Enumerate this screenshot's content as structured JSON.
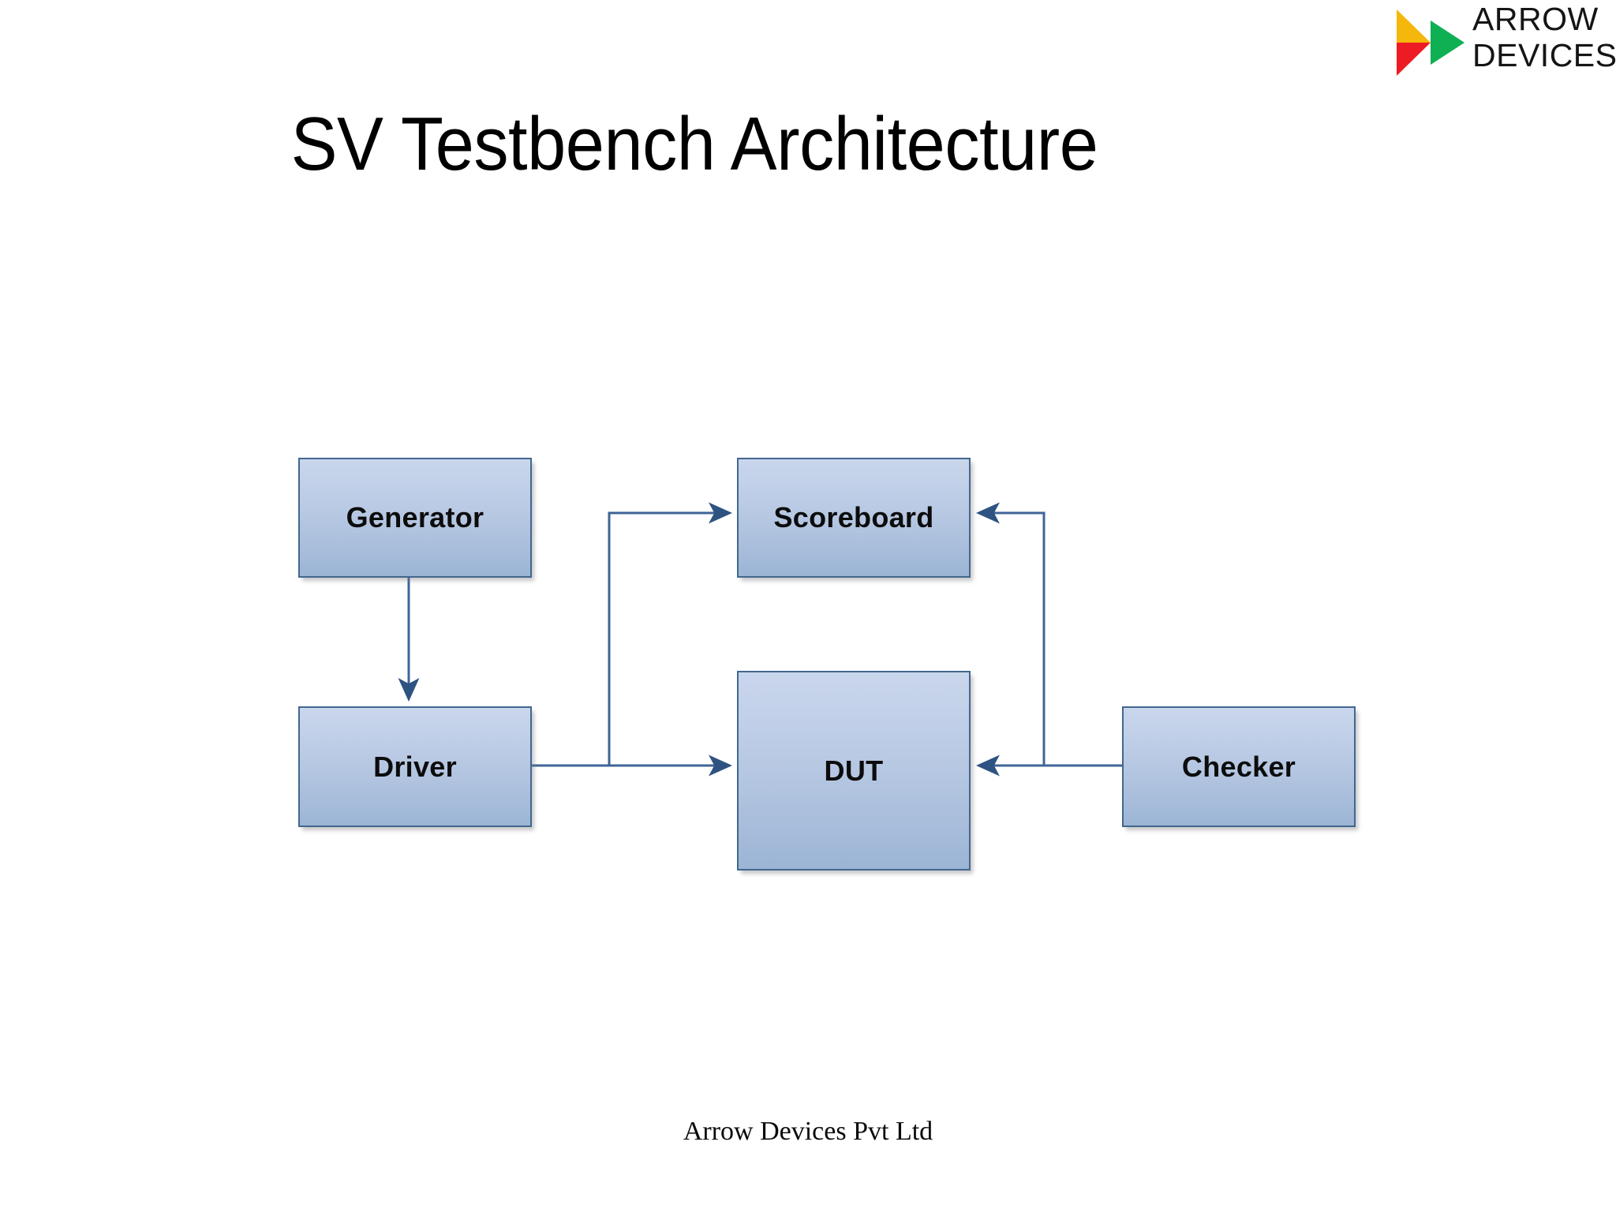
{
  "slide": {
    "title": "SV Testbench Architecture",
    "footer": "Arrow Devices Pvt Ltd",
    "background_color": "#ffffff"
  },
  "logo": {
    "name": "arrow-devices-logo",
    "line1": "ARROW",
    "line2": "DEVICES",
    "text_color": "#151515",
    "triangle_colors": {
      "top_left": "#f5b70b",
      "right": "#0faf53",
      "bottom_left": "#ed1c24"
    }
  },
  "diagram": {
    "type": "block-diagram",
    "node_fill_top": "#c9d6ec",
    "node_fill_bottom": "#9cb5d5",
    "node_border_color": "#42678f",
    "connector_color": "#3f6598",
    "nodes": [
      {
        "id": "generator",
        "label": "Generator"
      },
      {
        "id": "driver",
        "label": "Driver"
      },
      {
        "id": "scoreboard",
        "label": "Scoreboard"
      },
      {
        "id": "dut",
        "label": "DUT"
      },
      {
        "id": "checker",
        "label": "Checker"
      }
    ],
    "connections": [
      {
        "from": "generator",
        "to": "driver",
        "style": "vertical-arrow-down"
      },
      {
        "from": "driver",
        "to": "dut",
        "style": "horizontal-arrow-right"
      },
      {
        "from": "driver",
        "to": "scoreboard",
        "style": "elbow-up-then-right"
      },
      {
        "from": "checker",
        "to": "dut",
        "style": "horizontal-arrow-left"
      },
      {
        "from": "checker",
        "to": "scoreboard",
        "style": "elbow-up-then-left"
      }
    ]
  }
}
